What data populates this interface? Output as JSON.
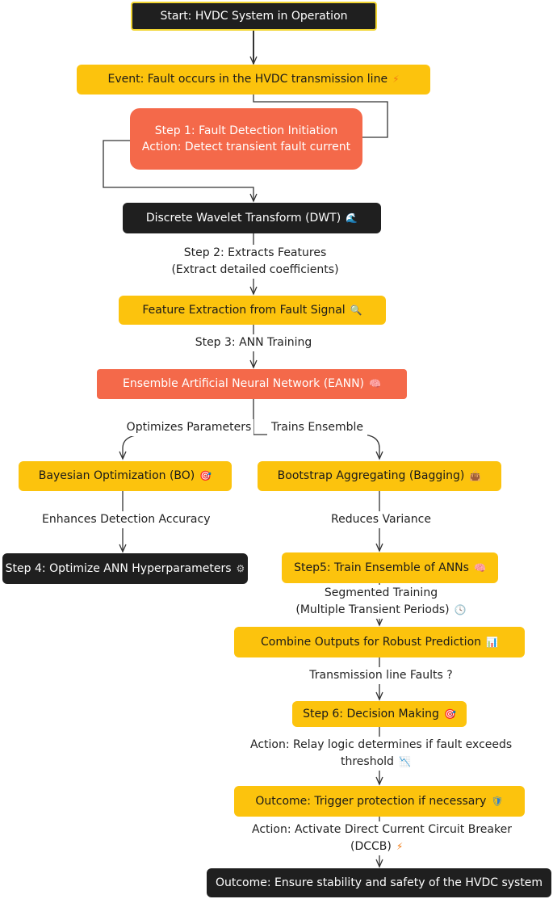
{
  "nodes": {
    "start": "Start: HVDC System in Operation",
    "event": "Event: Fault occurs in the HVDC transmission line",
    "step1_line1": "Step 1: Fault Detection Initiation",
    "step1_line2": "Action: Detect transient fault current",
    "dwt": "Discrete Wavelet Transform (DWT)",
    "feature": "Feature Extraction from Fault Signal",
    "eann": "Ensemble Artificial Neural Network (EANN)",
    "bo": "Bayesian Optimization (BO)",
    "bagging": "Bootstrap Aggregating (Bagging)",
    "step4": "Step 4: Optimize ANN Hyperparameters",
    "step5": "Step5: Train Ensemble of ANNs",
    "combine": "Combine Outputs for Robust Prediction",
    "step6": "Step 6: Decision Making",
    "outcome1": "Outcome: Trigger protection if necessary",
    "outcome2": "Outcome: Ensure stability and safety of the HVDC system"
  },
  "labels": {
    "step2_line1": "Step 2: Extracts Features",
    "step2_line2": "(Extract detailed coefficients)",
    "step3": "Step 3: ANN Training",
    "optimizes": "Optimizes Parameters",
    "trains": "Trains Ensemble",
    "enhances": "Enhances Detection Accuracy",
    "reduces": "Reduces Variance",
    "segmented_line1": "Segmented Training",
    "segmented_line2": "(Multiple Transient Periods)",
    "faults": "Transmission line Faults ?",
    "relay_line1": "Action: Relay logic determines if fault exceeds",
    "relay_line2": "threshold",
    "activate_line1": "Action: Activate Direct Current Circuit Breaker",
    "activate_line2": "(DCCB)"
  },
  "icons": {
    "event": "lightning-icon",
    "dwt": "wave-icon",
    "feature": "magnifier-icon",
    "eann": "brain-icon",
    "bo": "target-icon",
    "bagging": "bag-icon",
    "step4": "gear-icon",
    "step5": "brain-icon",
    "segmented": "clock-icon",
    "combine": "bar-chart-icon",
    "step6": "target-icon",
    "relay": "chart-down-icon",
    "outcome1": "shield-icon",
    "activate": "lightning-icon"
  },
  "colors": {
    "yellow": "#fcc30d",
    "dark": "#1f1f1f",
    "orange": "#f4694a",
    "start_border": "#f2d531",
    "arrow": "#333333"
  }
}
